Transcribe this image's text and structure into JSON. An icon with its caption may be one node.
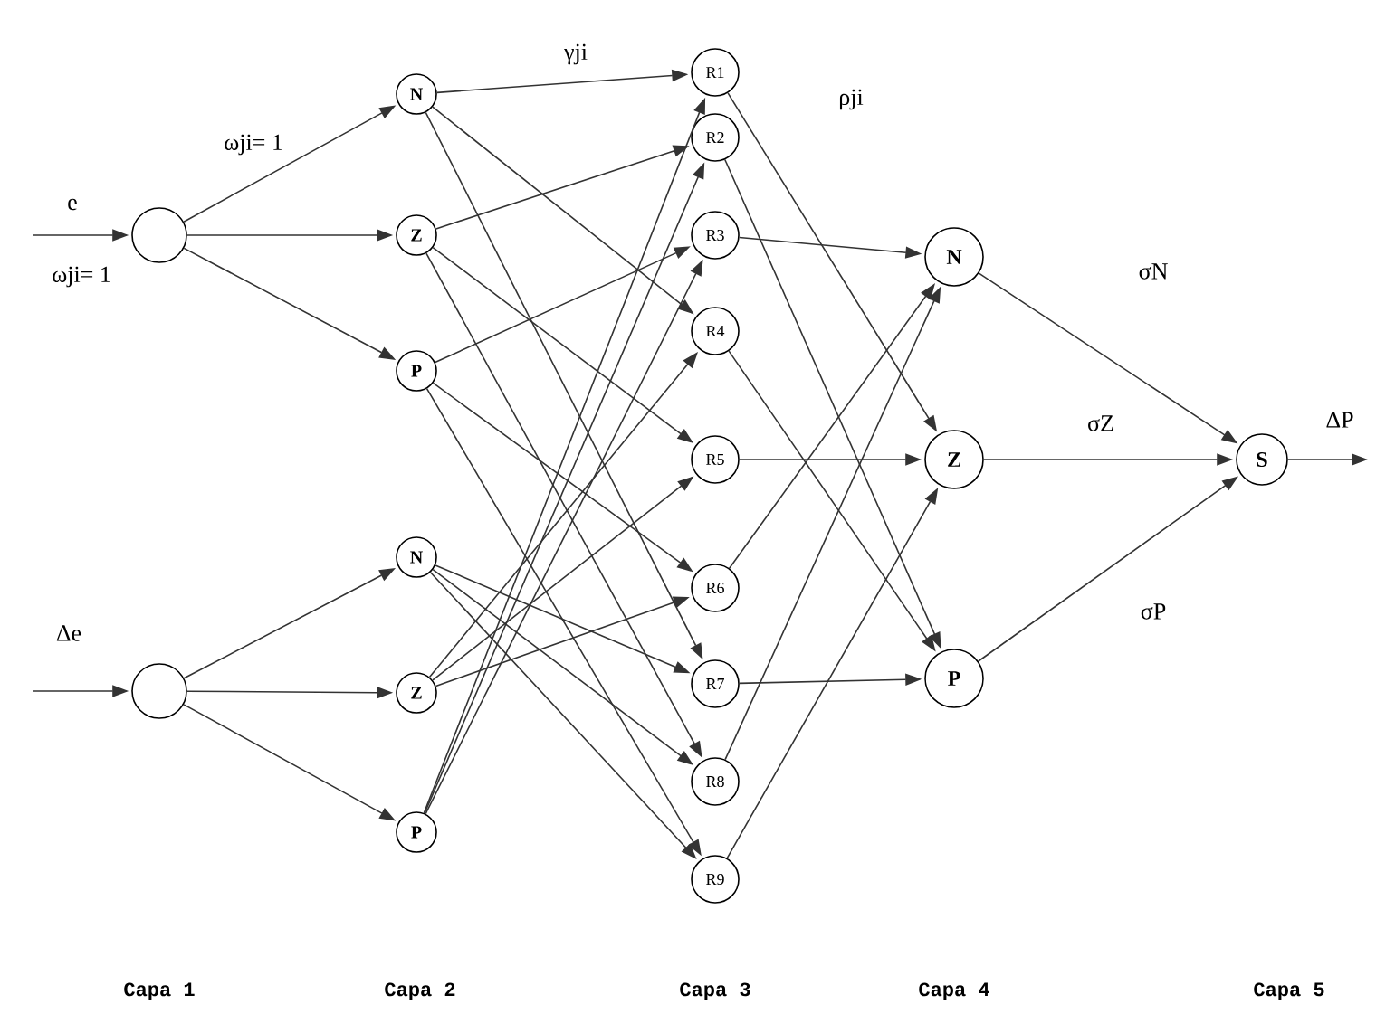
{
  "diagram": {
    "nodes": [
      {
        "text": [],
        "shape": "circle"
      },
      {
        "text": [],
        "shape": "circle"
      },
      {
        "text": [
          "N"
        ]
      },
      {
        "text": [
          "Z"
        ]
      },
      {
        "text": [
          "P"
        ]
      },
      {
        "text": [
          "N"
        ]
      },
      {
        "text": [
          "Z"
        ]
      },
      {
        "text": [
          "P"
        ]
      },
      {
        "text": [
          "R1"
        ]
      },
      {
        "text": [
          "R2"
        ]
      },
      {
        "text": [
          "R3"
        ]
      },
      {
        "text": [
          "R4"
        ]
      },
      {
        "text": [
          "R5"
        ]
      },
      {
        "text": [
          "R6"
        ]
      },
      {
        "text": [
          "R7"
        ]
      },
      {
        "text": [
          "R8"
        ]
      },
      {
        "text": [
          "R9"
        ]
      },
      {
        "text": [
          "N"
        ]
      },
      {
        "text": [
          "Z"
        ]
      },
      {
        "text": [
          "P"
        ]
      },
      {
        "text": [
          "S"
        ]
      }
    ],
    "edges": [
      {
        "from": null,
        "to": 0,
        "arrow": "to",
        "label": "e"
      },
      {
        "from": null,
        "to": 1,
        "arrow": "to",
        "label": "Δe"
      },
      {
        "from": 0,
        "to": 2,
        "arrow": "to",
        "label": "ωji= 1"
      },
      {
        "from": 0,
        "to": 3,
        "arrow": "to"
      },
      {
        "from": 0,
        "to": 4,
        "arrow": "to"
      },
      {
        "from": 1,
        "to": 5,
        "arrow": "to"
      },
      {
        "from": 1,
        "to": 6,
        "arrow": "to"
      },
      {
        "from": 1,
        "to": 7,
        "arrow": "to"
      },
      {
        "from": 2,
        "to": 8,
        "arrow": "to",
        "label": "γji"
      },
      {
        "from": 2,
        "to": 11,
        "arrow": "to"
      },
      {
        "from": 2,
        "to": 14,
        "arrow": "to"
      },
      {
        "from": 3,
        "to": 9,
        "arrow": "to"
      },
      {
        "from": 3,
        "to": 12,
        "arrow": "to"
      },
      {
        "from": 3,
        "to": 15,
        "arrow": "to"
      },
      {
        "from": 4,
        "to": 10,
        "arrow": "to"
      },
      {
        "from": 4,
        "to": 13,
        "arrow": "to"
      },
      {
        "from": 4,
        "to": 16,
        "arrow": "to"
      },
      {
        "from": 5,
        "to": 14,
        "arrow": "to"
      },
      {
        "from": 5,
        "to": 15,
        "arrow": "to"
      },
      {
        "from": 5,
        "to": 16,
        "arrow": "to"
      },
      {
        "from": 6,
        "to": 11,
        "arrow": "to"
      },
      {
        "from": 6,
        "to": 12,
        "arrow": "to"
      },
      {
        "from": 6,
        "to": 13,
        "arrow": "to"
      },
      {
        "from": 7,
        "to": 8,
        "arrow": "to"
      },
      {
        "from": 7,
        "to": 9,
        "arrow": "to"
      },
      {
        "from": 7,
        "to": 10,
        "arrow": "to"
      },
      {
        "from": 8,
        "to": 18,
        "arrow": "to",
        "label": "ρji"
      },
      {
        "from": 9,
        "to": 19,
        "arrow": "to"
      },
      {
        "from": 10,
        "to": 17,
        "arrow": "to"
      },
      {
        "from": 11,
        "to": 19,
        "arrow": "to"
      },
      {
        "from": 12,
        "to": 18,
        "arrow": "to"
      },
      {
        "from": 13,
        "to": 17,
        "arrow": "to"
      },
      {
        "from": 14,
        "to": 19,
        "arrow": "to"
      },
      {
        "from": 15,
        "to": 17,
        "arrow": "to"
      },
      {
        "from": 16,
        "to": 18,
        "arrow": "to"
      },
      {
        "from": 17,
        "to": 20,
        "arrow": "to",
        "label": "σN"
      },
      {
        "from": 18,
        "to": 20,
        "arrow": "to",
        "label": "σZ"
      },
      {
        "from": 19,
        "to": 20,
        "arrow": "to",
        "label": "σP"
      },
      {
        "from": 20,
        "to": null,
        "arrow": "to",
        "label": "ΔP"
      }
    ],
    "labels": [
      "ωji= 1",
      "Capa 1",
      "Capa 2",
      "Capa 3",
      "Capa 4",
      "Capa 5"
    ]
  }
}
